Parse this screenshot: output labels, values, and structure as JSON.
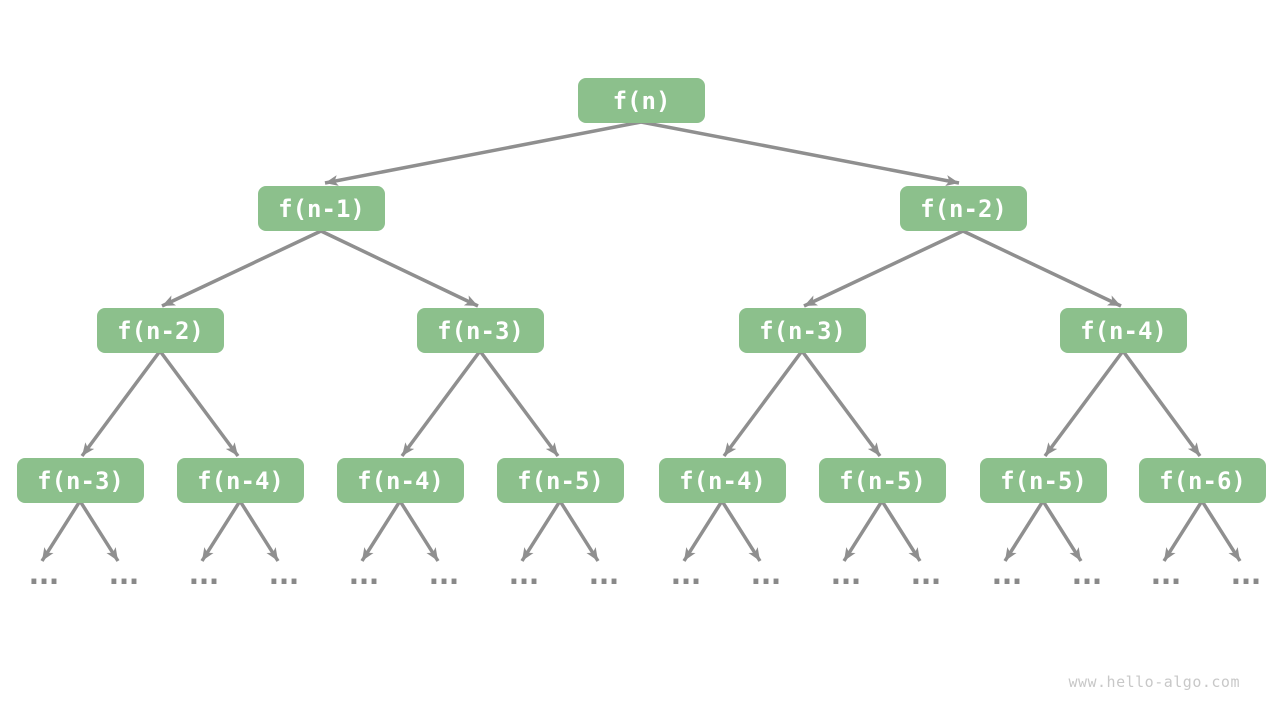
{
  "tree": {
    "levels": [
      {
        "nodes": [
          {
            "label": "f(n)"
          }
        ]
      },
      {
        "nodes": [
          {
            "label": "f(n-1)"
          },
          {
            "label": "f(n-2)"
          }
        ]
      },
      {
        "nodes": [
          {
            "label": "f(n-2)"
          },
          {
            "label": "f(n-3)"
          },
          {
            "label": "f(n-3)"
          },
          {
            "label": "f(n-4)"
          }
        ]
      },
      {
        "nodes": [
          {
            "label": "f(n-3)"
          },
          {
            "label": "f(n-4)"
          },
          {
            "label": "f(n-4)"
          },
          {
            "label": "f(n-5)"
          },
          {
            "label": "f(n-4)"
          },
          {
            "label": "f(n-5)"
          },
          {
            "label": "f(n-5)"
          },
          {
            "label": "f(n-6)"
          }
        ]
      }
    ]
  },
  "ellipsis": "...",
  "watermark": "www.hello-algo.com",
  "colors": {
    "node_bg": "#8CC08C",
    "node_text": "#FFFFFF",
    "arrow": "#8F8F8F",
    "ellipsis": "#898989",
    "watermark": "#C8C8C8"
  }
}
